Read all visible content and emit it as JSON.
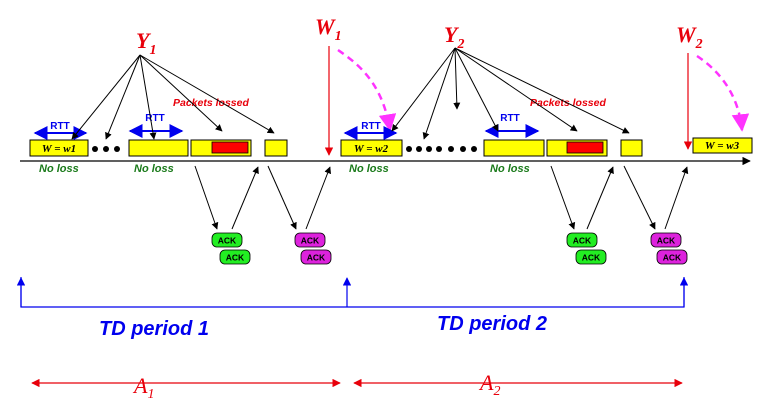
{
  "labels": {
    "y1": "Y",
    "y1_sub": "1",
    "y2": "Y",
    "y2_sub": "2",
    "w1": "W",
    "w1_sub": "1",
    "w2": "W",
    "w2_sub": "2",
    "rtt": "RTT",
    "packets_lossed": "Packets lossed",
    "no_loss": "No loss",
    "window_w1": "W = w1",
    "window_w2": "W = w2",
    "window_w3": "W = w3",
    "ack": "ACK",
    "td_period_1": "TD period 1",
    "td_period_2": "TD period 2",
    "a1": "A",
    "a1_sub": "1",
    "a2": "A",
    "a2_sub": "2"
  },
  "colors": {
    "packet_fill": "#ffff00",
    "loss_fill": "#ff0000",
    "ack_green": "#22ee22",
    "ack_magenta": "#dd22dd",
    "red_label": "#e8000b",
    "blue": "#0000ee",
    "green_text": "#1a7a1a"
  }
}
